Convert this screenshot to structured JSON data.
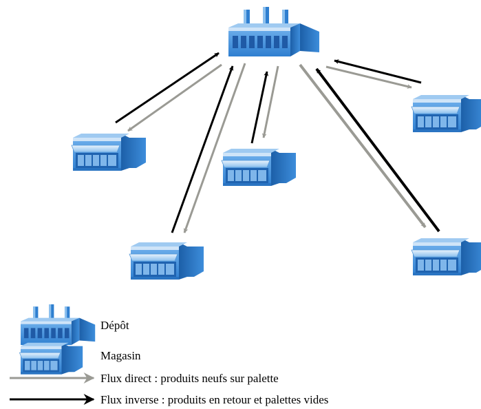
{
  "legend": {
    "depot_label": "Dépôt",
    "store_label": "Magasin",
    "direct_flow_label": "Flux direct : produits neufs sur palette",
    "inverse_flow_label": "Flux inverse : produits en retour et palettes vides"
  },
  "colors": {
    "building_blue": "#2f7fd0",
    "building_dark": "#1c5fa8",
    "building_light": "#8cc0ee",
    "direct_flow": "#9a9a94",
    "inverse_flow": "#000000"
  },
  "icons": {
    "depot": "factory-icon",
    "store": "shop-icon"
  }
}
